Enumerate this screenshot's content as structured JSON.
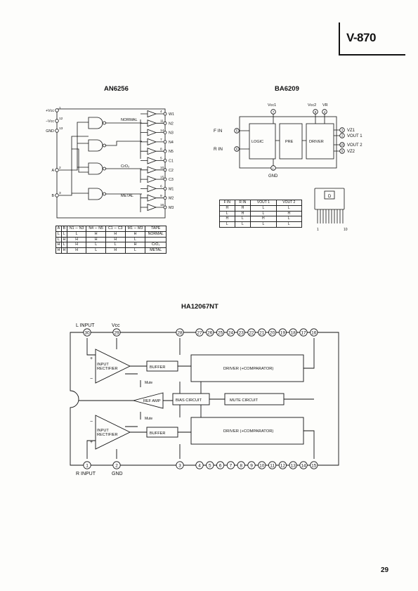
{
  "header": {
    "model": "V-870",
    "page_number": "29"
  },
  "an6256": {
    "title": "AN6256",
    "left_pins": [
      {
        "label": "+Vcc",
        "num": "1"
      },
      {
        "label": "−Vcc",
        "num": "12"
      },
      {
        "label": "GND",
        "num": "13"
      },
      {
        "label": "A",
        "num": "2"
      },
      {
        "label": "B",
        "num": "3"
      }
    ],
    "right_pins": [
      {
        "num": "4",
        "label": "W1"
      },
      {
        "num": "11",
        "label": "N2"
      },
      {
        "num": "14",
        "label": "N3"
      },
      {
        "num": "7",
        "label": "N4"
      },
      {
        "num": "8",
        "label": "N5"
      },
      {
        "num": "5",
        "label": "C1"
      },
      {
        "num": "10",
        "label": "C2"
      },
      {
        "num": "15",
        "label": "C3"
      },
      {
        "num": "6",
        "label": "M1"
      },
      {
        "num": "9",
        "label": "M2"
      },
      {
        "num": "16",
        "label": "M3"
      }
    ],
    "group_labels": [
      "NORMAL",
      "CrO₂",
      "METAL"
    ],
    "table": {
      "headers": [
        "A",
        "B",
        "N1 ∼ N3",
        "N4 ∼ N5",
        "C1 ∼ C3",
        "M1 ∼ M3",
        "TAPE"
      ],
      "rows": [
        [
          "L",
          "L",
          "L",
          "H",
          "H",
          "H",
          "NORMAL"
        ],
        [
          "L",
          "H",
          "H",
          "H",
          "H",
          "L",
          ""
        ],
        [
          "H",
          "L",
          "H",
          "L",
          "L",
          "H",
          "CrO₂"
        ],
        [
          "H",
          "H",
          "H",
          "L",
          "H",
          "L",
          "METAL"
        ]
      ]
    }
  },
  "ba6209": {
    "title": "BA6209",
    "top_labels": [
      {
        "text": "Vcc1",
        "num": "7"
      },
      {
        "text": "Vcc2",
        "num": "8"
      },
      {
        "text": "VR",
        "num": "4"
      }
    ],
    "inputs": [
      {
        "label": "F IN",
        "num": "5"
      },
      {
        "label": "R IN",
        "num": "6"
      }
    ],
    "blocks": [
      "LOGIC",
      "PRE",
      "DRIVER"
    ],
    "outputs": [
      {
        "num": "3",
        "label": "VZ1"
      },
      {
        "num": "2",
        "label": "VOUT 1"
      },
      {
        "num": "10",
        "label": "VOUT 2"
      },
      {
        "num": "9",
        "label": "VZ2"
      }
    ],
    "gnd": {
      "num": "1",
      "label": "GND"
    },
    "table": {
      "headers": [
        "F IN",
        "R IN",
        "VOUT 1",
        "VOUT 2"
      ],
      "rows": [
        [
          "H",
          "H",
          "L",
          "L"
        ],
        [
          "L",
          "H",
          "L",
          "H"
        ],
        [
          "H",
          "L",
          "H",
          "L"
        ],
        [
          "L",
          "L",
          "L",
          "L"
        ]
      ]
    },
    "package": {
      "letter": "D",
      "pin_first": "1",
      "pin_last": "10"
    }
  },
  "ha12067": {
    "title": "HA12067NT",
    "top_left_labels": [
      "L INPUT",
      "Vcc"
    ],
    "bottom_left_labels": [
      "R INPUT",
      "GND"
    ],
    "top_pins": [
      "30",
      "29",
      "28",
      "27",
      "26",
      "25",
      "24",
      "23",
      "22",
      "21",
      "20",
      "19",
      "18",
      "17",
      "16"
    ],
    "bottom_pins": [
      "1",
      "2",
      "3",
      "4",
      "5",
      "6",
      "7",
      "8",
      "9",
      "10",
      "11",
      "12",
      "13",
      "14",
      "15"
    ],
    "blocks": {
      "input_rect": "INPUT\nRECTIFIER",
      "buffer": "BUFFER",
      "driver": "DRIVER (+COMPARATOR)",
      "ref_amp": "REF AMP",
      "bias": "BIAS CIRCUIT",
      "mute_circuit": "MUTE CIRCUIT",
      "mute": "Mute"
    },
    "signs": [
      "+",
      "−"
    ]
  }
}
